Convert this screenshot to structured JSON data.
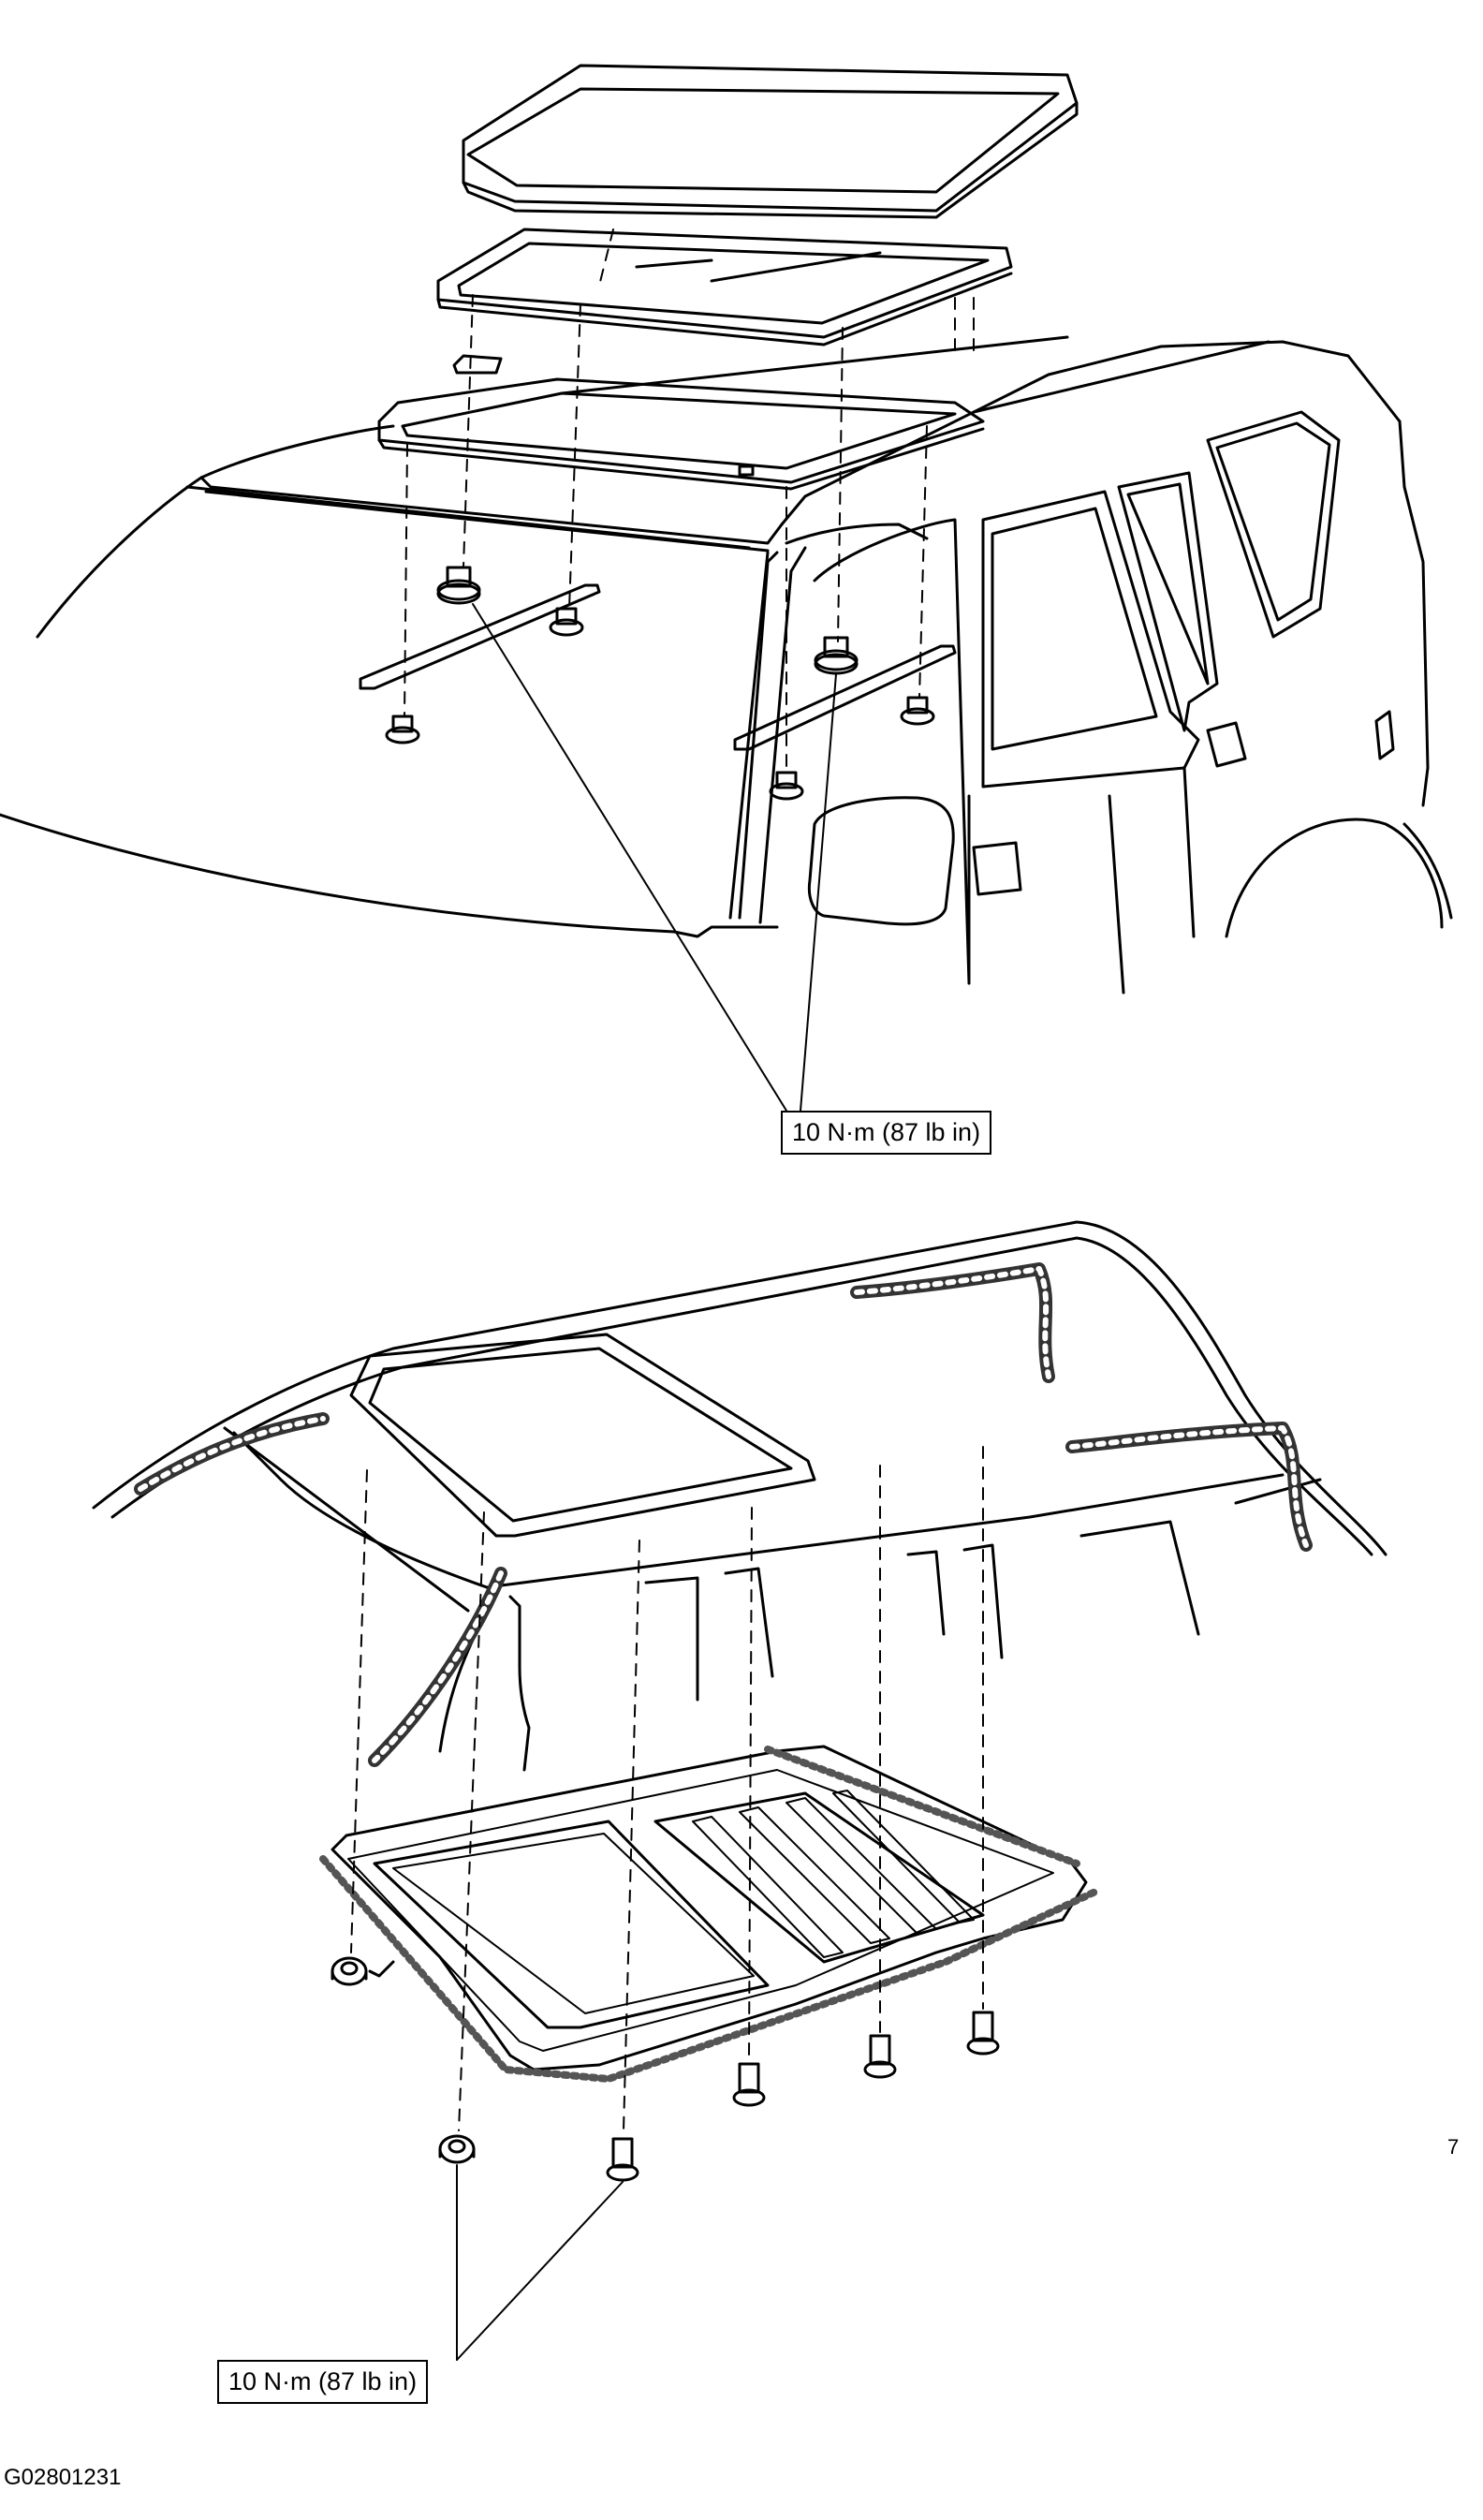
{
  "diagram": {
    "callouts": {
      "top": "10 N·m (87 lb in)",
      "bottom": "10 N·m (87 lb in)"
    },
    "figure_id": "G02801231",
    "stray_mark": "7"
  },
  "colors": {
    "line": "#000000",
    "background": "#ffffff",
    "hatch": "#555555"
  }
}
